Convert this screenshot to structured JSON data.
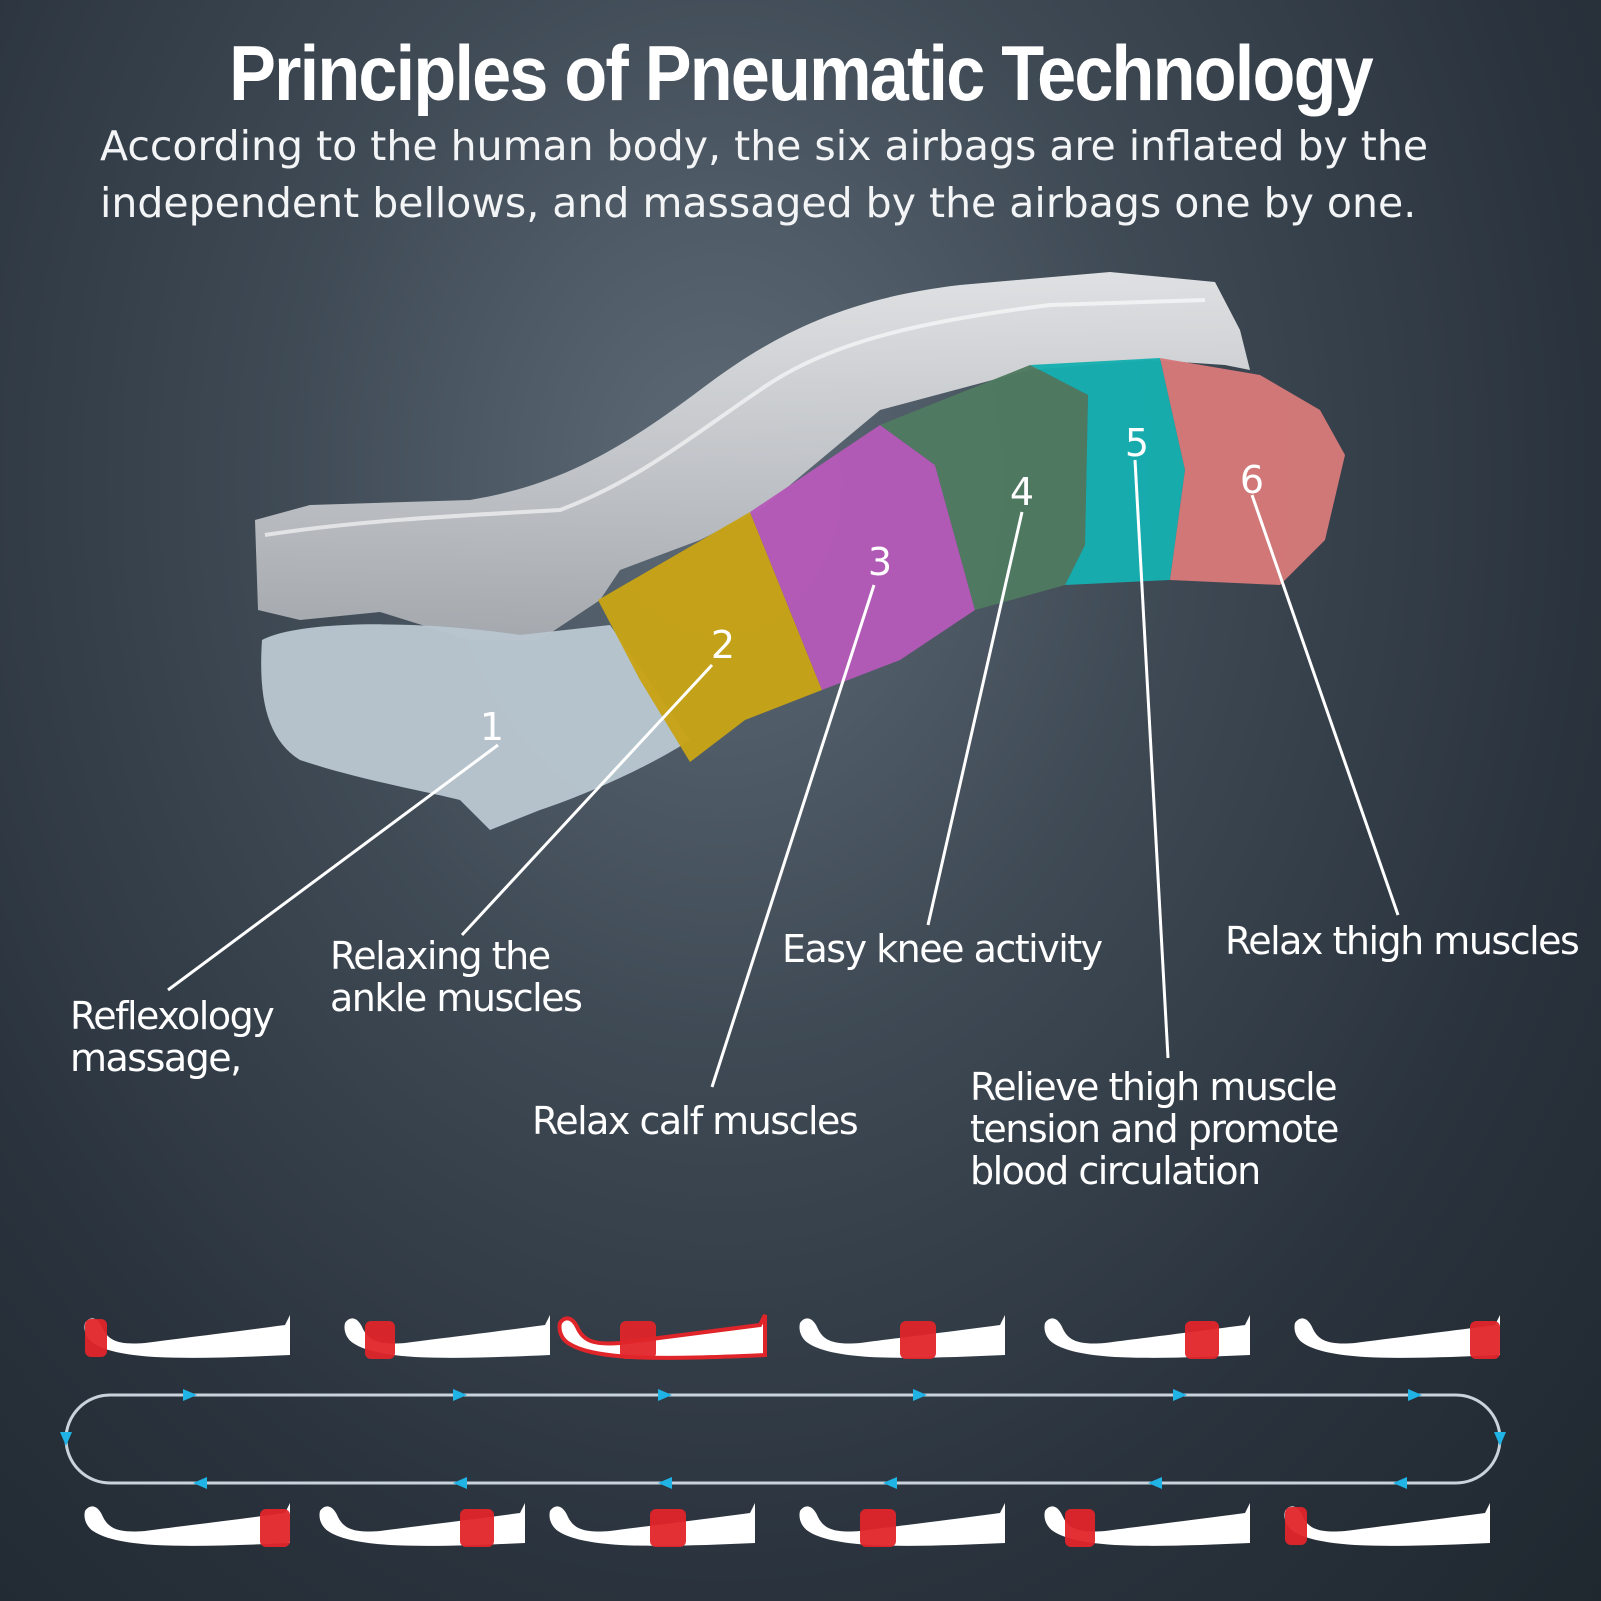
{
  "title": "Principles of Pneumatic Technology",
  "subtitle": "According to the human body, the six airbags are inflated by the independent bellows, and massaged by the airbags one by one.",
  "zones": [
    {
      "number": "1",
      "label": "Reflexology massage,",
      "color": "#b9c6cf"
    },
    {
      "number": "2",
      "label": "Relaxing the ankle muscles",
      "color": "#c7a316"
    },
    {
      "number": "3",
      "label": "Relax calf muscles",
      "color": "#b55ab8"
    },
    {
      "number": "4",
      "label": "Easy knee activity",
      "color": "#4f7a60"
    },
    {
      "number": "5",
      "label": "Relieve thigh muscle tension and promote blood circulation",
      "color": "#17aeb0"
    },
    {
      "number": "6",
      "label": "Relax thigh muscles",
      "color": "#d6797a"
    }
  ],
  "colors": {
    "highlight": "#e0252a",
    "cycle_line": "#c9d3db",
    "cycle_arrow": "#1fb3e6"
  }
}
